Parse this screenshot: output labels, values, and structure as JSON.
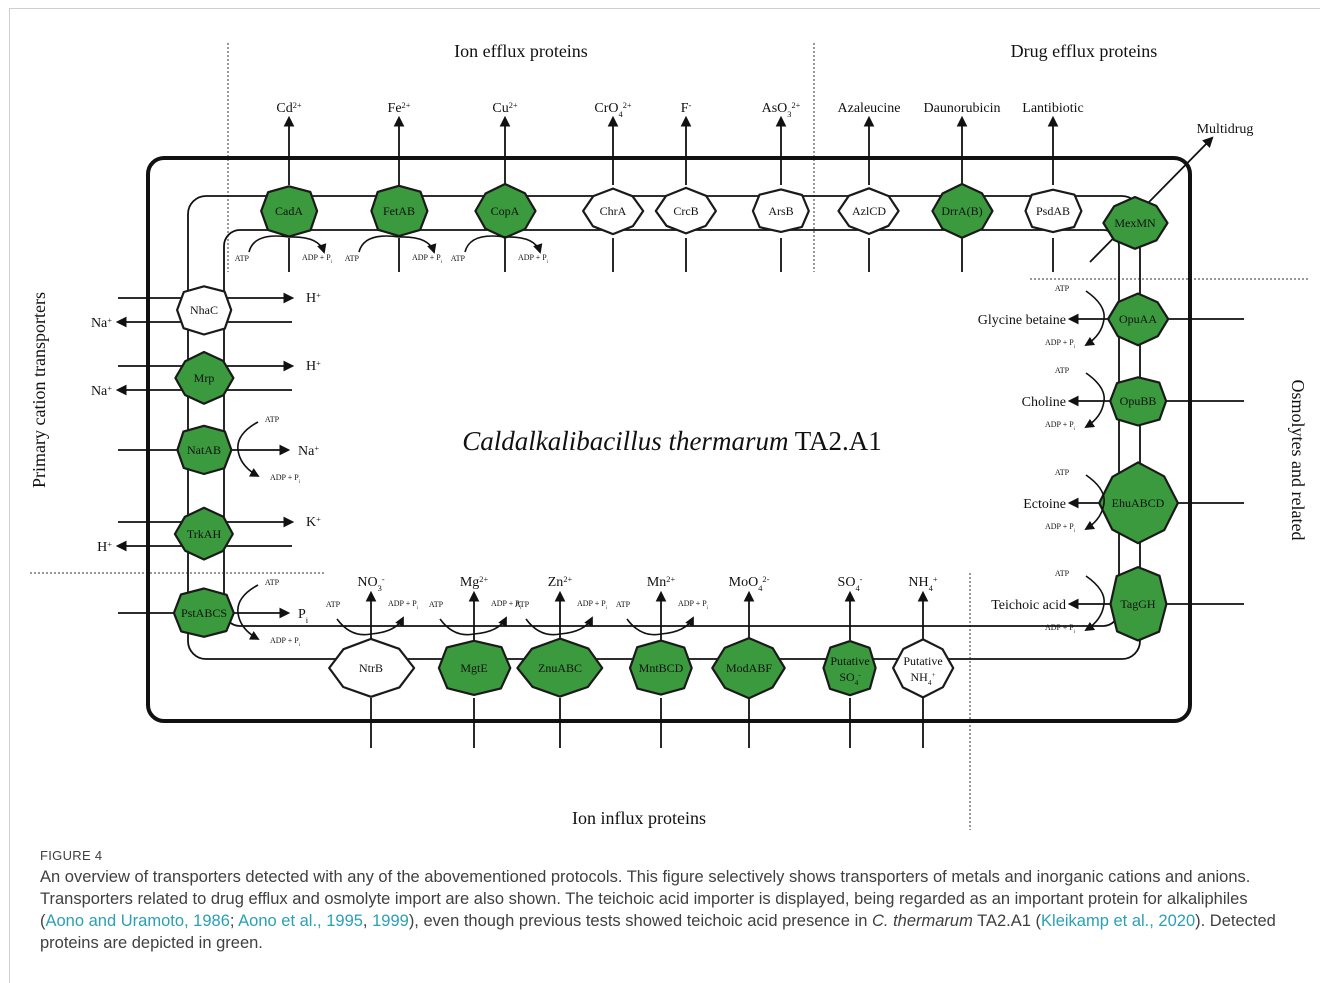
{
  "section_labels": {
    "ion_efflux": "Ion efflux proteins",
    "drug_efflux": "Drug efflux proteins",
    "primary_cation": "Primary cation transporters",
    "osmolytes": "Osmolytes and related",
    "ion_influx": "Ion influx proteins"
  },
  "organism": {
    "genus_species": "Caldalkalibacillus thermarum",
    "strain": "TA2.A1"
  },
  "energy": {
    "atp": "ATP",
    "adp": "ADP + P",
    "adp_sub": "i"
  },
  "colors": {
    "detected": "#3a9a3d",
    "undetected": "#ffffff",
    "stroke": "#1a1a1a",
    "reference_link": "#2aa0b4"
  },
  "top_transporters": [
    {
      "name": "CadA",
      "detected": true,
      "substrate": "Cd",
      "substrate_sup": "2+",
      "substrate_sub": "",
      "atp": true
    },
    {
      "name": "FetAB",
      "detected": true,
      "substrate": "Fe",
      "substrate_sup": "2+",
      "substrate_sub": "",
      "atp": true
    },
    {
      "name": "CopA",
      "detected": true,
      "substrate": "Cu",
      "substrate_sup": "2+",
      "substrate_sub": "",
      "atp": true
    },
    {
      "name": "ChrA",
      "detected": false,
      "substrate": "CrO",
      "substrate_sup": "2+",
      "substrate_sub": "4",
      "atp": false
    },
    {
      "name": "CrcB",
      "detected": false,
      "substrate": "F",
      "substrate_sup": "-",
      "substrate_sub": "",
      "atp": false
    },
    {
      "name": "ArsB",
      "detected": false,
      "substrate": "AsO",
      "substrate_sup": "2+",
      "substrate_sub": "3",
      "atp": false
    },
    {
      "name": "AzlCD",
      "detected": false,
      "substrate": "Azaleucine",
      "substrate_sup": "",
      "substrate_sub": "",
      "atp": false
    },
    {
      "name": "DrrA(B)",
      "detected": true,
      "substrate": "Daunorubicin",
      "substrate_sup": "",
      "substrate_sub": "",
      "atp": false
    },
    {
      "name": "PsdAB",
      "detected": false,
      "substrate": "Lantibiotic",
      "substrate_sup": "",
      "substrate_sub": "",
      "atp": false
    },
    {
      "name": "MexMN",
      "detected": true,
      "substrate": "Multidrug",
      "substrate_sup": "",
      "substrate_sub": "",
      "atp": false
    }
  ],
  "left_transporters": [
    {
      "name": "NhaC",
      "detected": false,
      "out": "Na",
      "out_sup": "+",
      "in": "H",
      "in_sup": "+",
      "in_sub": "",
      "atp": false
    },
    {
      "name": "Mrp",
      "detected": true,
      "out": "Na",
      "out_sup": "+",
      "in": "H",
      "in_sup": "+",
      "in_sub": "",
      "atp": false
    },
    {
      "name": "NatAB",
      "detected": true,
      "out": "",
      "out_sup": "",
      "in": "Na",
      "in_sup": "+",
      "in_sub": "",
      "atp": true
    },
    {
      "name": "TrkAH",
      "detected": true,
      "out": "H",
      "out_sup": "+",
      "in": "K",
      "in_sup": "+",
      "in_sub": "",
      "atp": false
    },
    {
      "name": "PstABCS",
      "detected": true,
      "out": "",
      "out_sup": "",
      "in": "P",
      "in_sup": "",
      "in_sub": "i",
      "atp": true
    }
  ],
  "right_transporters": [
    {
      "name": "OpuAA",
      "detected": true,
      "substrate": "Glycine betaine",
      "atp": true
    },
    {
      "name": "OpuBB",
      "detected": true,
      "substrate": "Choline",
      "atp": true
    },
    {
      "name": "EhuABCD",
      "detected": true,
      "substrate": "Ectoine",
      "atp": true
    },
    {
      "name": "TagGH",
      "detected": true,
      "substrate": "Teichoic acid",
      "atp": true
    }
  ],
  "bottom_transporters": [
    {
      "name": "NtrB",
      "detected": false,
      "substrate": "NO",
      "substrate_sub": "3",
      "substrate_sup": "-",
      "atp": true
    },
    {
      "name": "MgtE",
      "detected": true,
      "substrate": "Mg",
      "substrate_sub": "",
      "substrate_sup": "2+",
      "atp": true
    },
    {
      "name": "ZnuABC",
      "detected": true,
      "substrate": "Zn",
      "substrate_sub": "",
      "substrate_sup": "2+",
      "atp": true
    },
    {
      "name": "MntBCD",
      "detected": true,
      "substrate": "Mn",
      "substrate_sub": "",
      "substrate_sup": "2+",
      "atp": true
    },
    {
      "name": "ModABF",
      "detected": true,
      "substrate": "MoO",
      "substrate_sub": "4",
      "substrate_sup": "2-",
      "atp": false
    },
    {
      "name": "Putative SO4",
      "line1": "Putative",
      "line2": "SO",
      "line2_sub": "4",
      "line2_sup": "-",
      "detected": true,
      "substrate": "SO",
      "substrate_sub": "4",
      "substrate_sup": "-",
      "atp": false
    },
    {
      "name": "Putative NH4",
      "line1": "Putative",
      "line2": "NH",
      "line2_sub": "4",
      "line2_sup": "+",
      "detected": false,
      "substrate": "NH",
      "substrate_sub": "4",
      "substrate_sup": "+",
      "atp": false
    }
  ],
  "caption": {
    "label": "FIGURE 4",
    "text_1": "An overview of transporters detected with any of the abovementioned protocols. This figure selectively shows transporters of metals and inorganic cations and anions. Transporters related to drug efflux and osmolyte import are also shown. The teichoic acid importer is displayed, being regarded as an important protein for alkaliphiles (",
    "ref_1": "Aono and Uramoto, 1986",
    "sep_1": "; ",
    "ref_2": "Aono et al., 1995",
    "sep_2": ", ",
    "ref_3": "1999",
    "text_2": "), even though previous tests showed teichoic acid presence in ",
    "species_abbrev": "C. thermarum",
    "text_3": " TA2.A1 (",
    "ref_4": "Kleikamp et al., 2020",
    "text_4": "). Detected proteins are depicted in green."
  }
}
